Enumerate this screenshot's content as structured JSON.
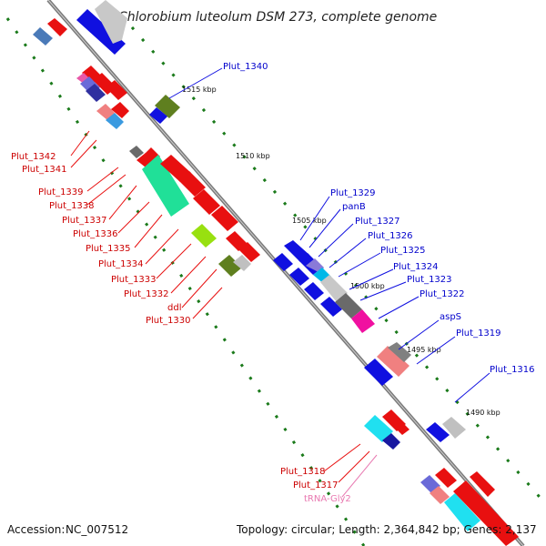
{
  "title": "Chlorobium luteolum DSM 273, complete genome",
  "accession_label": "Accession:",
  "accession_value": "NC_007512",
  "topology_text": "Topology: circular; Length: 2,364,842 bp; Genes: 2,137",
  "kbp_labels": [
    "1515 kbp",
    "1510 kbp",
    "1505 kbp",
    "1500 kbp",
    "1495 kbp",
    "1490 kbp"
  ],
  "gene_labels_red": [
    "Plut_1342",
    "Plut_1341",
    "Plut_1339",
    "Plut_1338",
    "Plut_1337",
    "Plut_1336",
    "Plut_1335",
    "Plut_1334",
    "Plut_1333",
    "Plut_1332",
    "ddl",
    "Plut_1330",
    "Plut_1318",
    "Plut_1317"
  ],
  "gene_labels_blue": [
    "Plut_1340",
    "Plut_1329",
    "panB",
    "Plut_1327",
    "Plut_1326",
    "Plut_1325",
    "Plut_1324",
    "Plut_1323",
    "Plut_1322",
    "aspS",
    "Plut_1319",
    "Plut_1316"
  ],
  "gene_labels_pink": [
    "tRNA-Gly2"
  ],
  "colors": {
    "backbone": "#777777",
    "tick": "#1a7a1a",
    "forward_gene": "#e81010",
    "reverse_gene": "#1010e0",
    "red_label": "#cc0000",
    "blue_label": "#0000cc",
    "pink_label": "#e878b0"
  }
}
